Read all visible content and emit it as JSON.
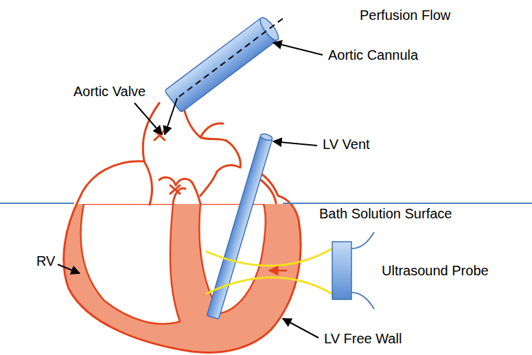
{
  "diagram": {
    "labels": [
      "Perfusion Flow",
      "Aortic Cannula",
      "Aortic Valve",
      "LV Vent",
      "Bath Solution Surface",
      "RV",
      "Ultrasound Probe",
      "LV Free Wall"
    ]
  }
}
